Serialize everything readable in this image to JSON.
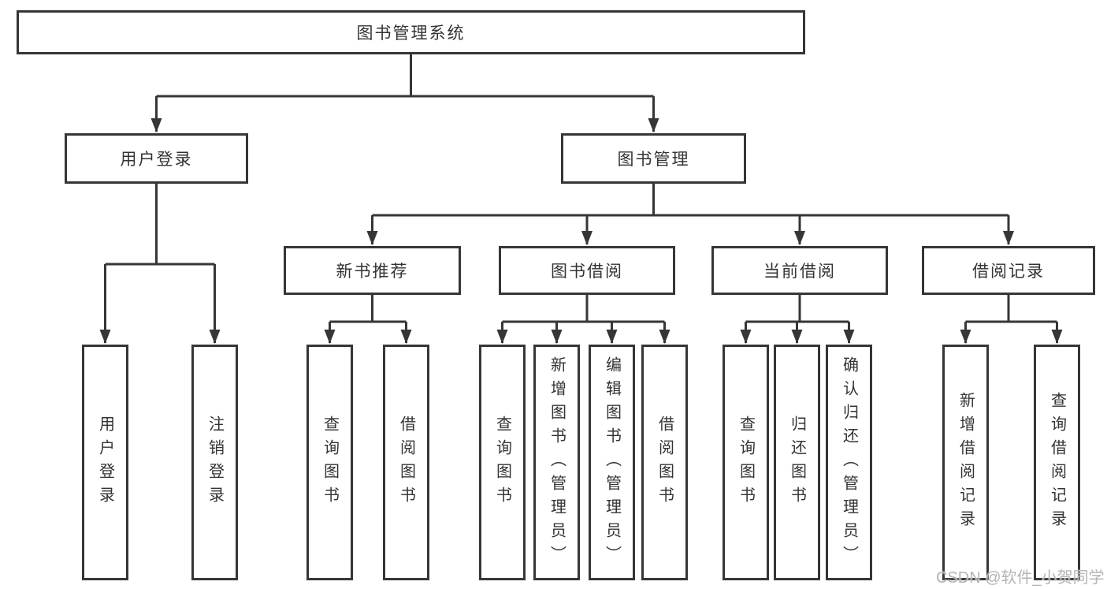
{
  "colors": {
    "line": "#363636",
    "text": "#333333",
    "box_background": "#ffffff",
    "page_background": "#ffffff",
    "watermark": "#b4b4b4"
  },
  "watermark": {
    "text": "CSDN @软件_小贺同学"
  },
  "tree": {
    "root": {
      "label": "图书管理系统",
      "children": {
        "user_login": {
          "label": "用户登录",
          "children": {
            "login": {
              "label": "用户登录"
            },
            "logout": {
              "label": "注销登录"
            }
          }
        },
        "book_mgmt": {
          "label": "图书管理",
          "children": {
            "new_book_rec": {
              "label": "新书推荐",
              "children": {
                "query_books": {
                  "label": "查询图书"
                },
                "borrow_books": {
                  "label": "借阅图书"
                }
              }
            },
            "book_borrow": {
              "label": "图书借阅",
              "children": {
                "query_books": {
                  "label": "查询图书"
                },
                "add_books_admin": {
                  "label": "新增图书（管理员）"
                },
                "edit_books_admin": {
                  "label": "编辑图书（管理员）"
                },
                "borrow_books": {
                  "label": "借阅图书"
                }
              }
            },
            "current_borrow": {
              "label": "当前借阅",
              "children": {
                "query_books": {
                  "label": "查询图书"
                },
                "return_books": {
                  "label": "归还图书"
                },
                "confirm_return_admin": {
                  "label": "确认归还（管理员）"
                }
              }
            },
            "borrow_records": {
              "label": "借阅记录",
              "children": {
                "add_borrow_record": {
                  "label": "新增借阅记录"
                },
                "query_borrow_record": {
                  "label": "查询借阅记录"
                }
              }
            }
          }
        }
      }
    }
  }
}
